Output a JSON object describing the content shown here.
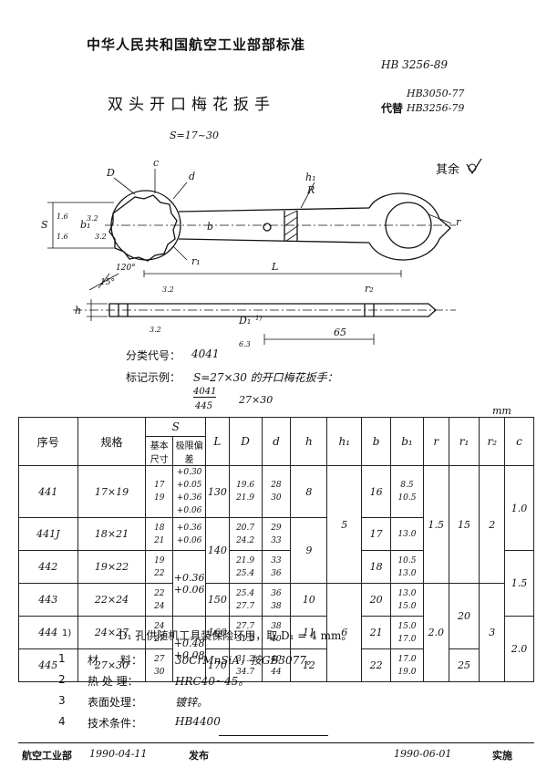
{
  "header": {
    "org_title": "中华人民共和国航空工业部部标准",
    "std_code": "HB 3256-89",
    "doc_title": "双头开口梅花扳手",
    "size_range": "S=17~30",
    "replaces_label": "代替",
    "replaces": [
      "HB3050-77",
      "HB3256-79"
    ]
  },
  "drawing": {
    "surface_note": "其余",
    "labels": {
      "D": "D",
      "c": "c",
      "d": "d",
      "h1": "h₁",
      "R": "R",
      "b": "b",
      "r": "r",
      "r1": "r₁",
      "L": "L",
      "S": "S",
      "b1": "b₁",
      "h": "h",
      "D1": "D₁",
      "note1": "1)",
      "r2": "r₂",
      "angle120": "120°",
      "angle15": "15°",
      "ra16a": "1.6",
      "ra32a": "3.2",
      "ra16b": "1.6",
      "ra32b": "3.2",
      "ra32c": "3.2",
      "ra32d": "3.2",
      "ra63": "6.3",
      "dim65": "65"
    }
  },
  "classification": {
    "label": "分类代号：",
    "code": "4041",
    "example_label": "标记示例：",
    "example_text": "S=27×30 的开口梅花扳手：",
    "fraction_top": "4041",
    "fraction_bottom": "445",
    "fraction_suffix": "27×30"
  },
  "table": {
    "unit": "mm",
    "headers": {
      "seq": "序号",
      "spec": "规格",
      "S": "S",
      "basic_size": "基本尺寸",
      "limit_dev": "极限偏差",
      "L": "L",
      "D": "D",
      "d": "d",
      "h": "h",
      "h1": "h₁",
      "b": "b",
      "b1": "b₁",
      "r": "r",
      "r1": "r₁",
      "r2": "r₂",
      "c": "c"
    },
    "rows": [
      {
        "seq": "441",
        "spec": "17×19",
        "s": [
          "17",
          "19"
        ],
        "dev": [
          "+0.30 +0.05",
          "+0.36 +0.06"
        ],
        "L": "130",
        "D": [
          "19.6",
          "21.9"
        ],
        "d": [
          "28",
          "30"
        ],
        "h": "8",
        "b": "16",
        "b1": [
          "8.5",
          "10.5"
        ]
      },
      {
        "seq": "441J",
        "spec": "18×21",
        "s": [
          "18",
          "21"
        ],
        "dev": [
          "+0.36 +0.06",
          ""
        ],
        "L": "",
        "D": [
          "20.7",
          "24.2"
        ],
        "d": [
          "29",
          "33"
        ],
        "h": "",
        "b": "17",
        "b1": [
          "",
          "13.0"
        ]
      },
      {
        "seq": "442",
        "spec": "19×22",
        "s": [
          "19",
          "22"
        ],
        "dev": [
          "",
          ""
        ],
        "L": "140",
        "D": [
          "21.9",
          "25.4"
        ],
        "d": [
          "33",
          "36"
        ],
        "h": "9",
        "b": "18",
        "b1": [
          "10.5",
          "13.0"
        ]
      },
      {
        "seq": "443",
        "spec": "22×24",
        "s": [
          "22",
          "24"
        ],
        "dev": [
          "",
          ""
        ],
        "L": "150",
        "D": [
          "25.4",
          "27.7"
        ],
        "d": [
          "36",
          "38"
        ],
        "h": "10",
        "b": "20",
        "b1": [
          "13.0",
          "15.0"
        ]
      },
      {
        "seq": "444",
        "spec": "24×27",
        "s": [
          "24",
          "27"
        ],
        "dev": [
          "",
          ""
        ],
        "L": "160",
        "D": [
          "27.7",
          "31.2"
        ],
        "d": [
          "38",
          "40"
        ],
        "h": "11",
        "b": "21",
        "b1": [
          "15.0",
          "17.0"
        ]
      },
      {
        "seq": "445",
        "spec": "27×30",
        "s": [
          "27",
          "30"
        ],
        "dev": [
          "",
          ""
        ],
        "L": "170",
        "D": [
          "31.2",
          "34.7"
        ],
        "d": [
          "40",
          "44"
        ],
        "h": "12",
        "b": "22",
        "b1": [
          "17.0",
          "19.0"
        ]
      }
    ],
    "merged": {
      "dev_mid": "+0.36 +0.06",
      "dev_low": "+0.48 +0.08",
      "h1_top": "5",
      "h1_bottom": "6",
      "r_top": "1.5",
      "r_bottom": "2.0",
      "r1_top": "15",
      "r1_bottom": "20",
      "r1_last": "25",
      "r2_top": "2",
      "r2_bottom": "3",
      "c_1": "1.0",
      "c_2": "1.5",
      "c_3": "2.0"
    }
  },
  "notes": {
    "footnote_mark": "1)",
    "footnote": "D₁ 孔供随机工具装保险环用，取 D₁ = 4 mm。",
    "items": [
      {
        "no": "1",
        "label": "材　　料：",
        "value": "30CrMnSiA，按GB3077。"
      },
      {
        "no": "2",
        "label": "热 处 理：",
        "value": "HRC40~45。"
      },
      {
        "no": "3",
        "label": "表面处理：",
        "value": "镀锌。"
      },
      {
        "no": "4",
        "label": "技术条件：",
        "value": "HB4400"
      }
    ]
  },
  "footer": {
    "issuer": "航空工业部",
    "issue_date": "1990-04-11",
    "issue_label": "发布",
    "effective_date": "1990-06-01",
    "effective_label": "实施"
  }
}
